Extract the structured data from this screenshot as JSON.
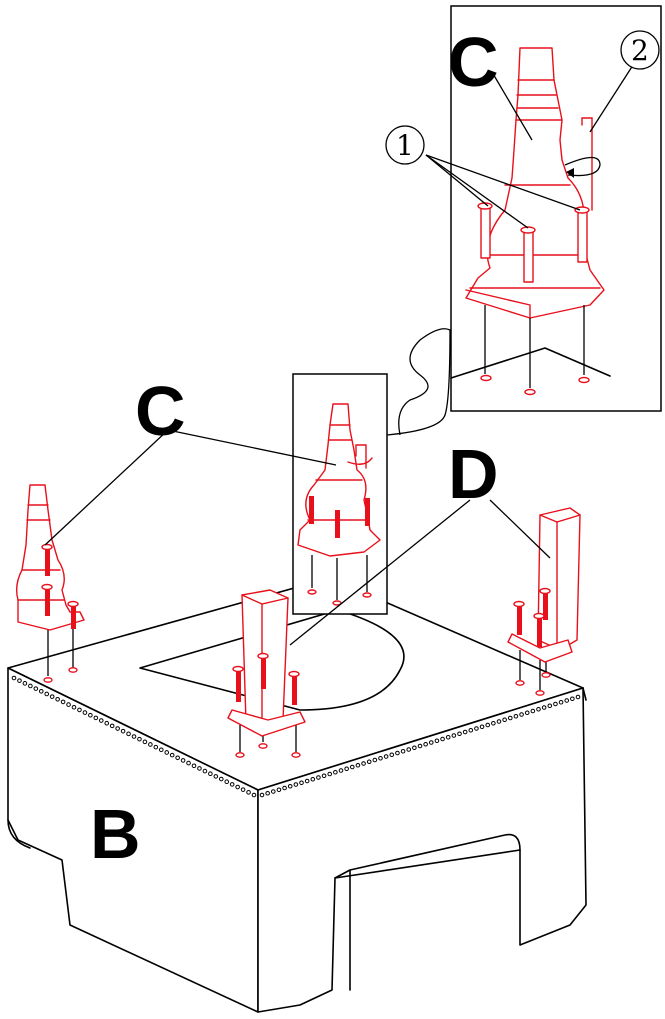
{
  "labels": {
    "c_top": "C",
    "c_mid": "C",
    "d": "D",
    "b": "B",
    "screw_num": "1",
    "wrench_num": "2"
  },
  "colors": {
    "part_outline": "#e8101b",
    "base_outline": "#000000",
    "background": "#ffffff"
  },
  "icons": {
    "callout_1": "circled-digit-one",
    "callout_2": "circled-digit-two",
    "rotation": "rotate-arrow-icon"
  }
}
